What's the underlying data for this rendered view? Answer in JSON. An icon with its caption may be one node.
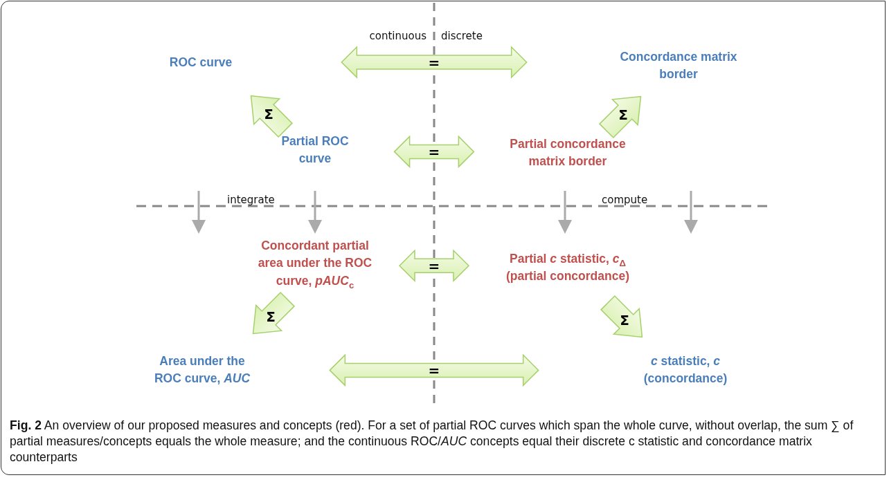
{
  "diagram": {
    "caption": "**Fig. 2** An overview of our proposed measures and concepts (red). For a set of partial ROC curves which span the whole curve, without overlap, the sum ∑ of partial measures/concepts equals the whole measure; and the continuous ROC/*AUC* concepts equal their discrete c statistic and concordance matrix counterparts",
    "nodes": [
      {
        "text": [
          "ROC curve"
        ]
      },
      {
        "text": [
          "Concordance matrix border"
        ]
      },
      {
        "text": [
          "Partial ROC curve"
        ]
      },
      {
        "text": [
          "Partial concordance matrix border"
        ]
      },
      {
        "text": [
          "Concordant partial area under the ROC curve, *pAUC*$_{c}$"
        ]
      },
      {
        "text": [
          "Partial *c* statistic, *c*$_{Δ}$ (partial concordance)"
        ]
      },
      {
        "text": [
          "Area under the ROC curve, *AUC*"
        ]
      },
      {
        "text": [
          "*c* statistic, *c* (concordance)"
        ]
      }
    ],
    "edges": [
      {
        "from": 0,
        "to": 1,
        "arrow": "both",
        "label": "="
      },
      {
        "from": 2,
        "to": 0,
        "arrow": "to",
        "label": "Σ"
      },
      {
        "from": 3,
        "to": 1,
        "arrow": "to",
        "label": "Σ"
      },
      {
        "from": 2,
        "to": 3,
        "arrow": "both",
        "label": "="
      },
      {
        "from": 4,
        "to": 5,
        "arrow": "both",
        "label": "="
      },
      {
        "from": 4,
        "to": 6,
        "arrow": "to",
        "label": "Σ"
      },
      {
        "from": 5,
        "to": 7,
        "arrow": "to",
        "label": "Σ"
      },
      {
        "from": 6,
        "to": 7,
        "arrow": "both",
        "label": "="
      }
    ],
    "labels": [
      "continuous",
      "discrete",
      "integrate",
      "compute"
    ]
  }
}
